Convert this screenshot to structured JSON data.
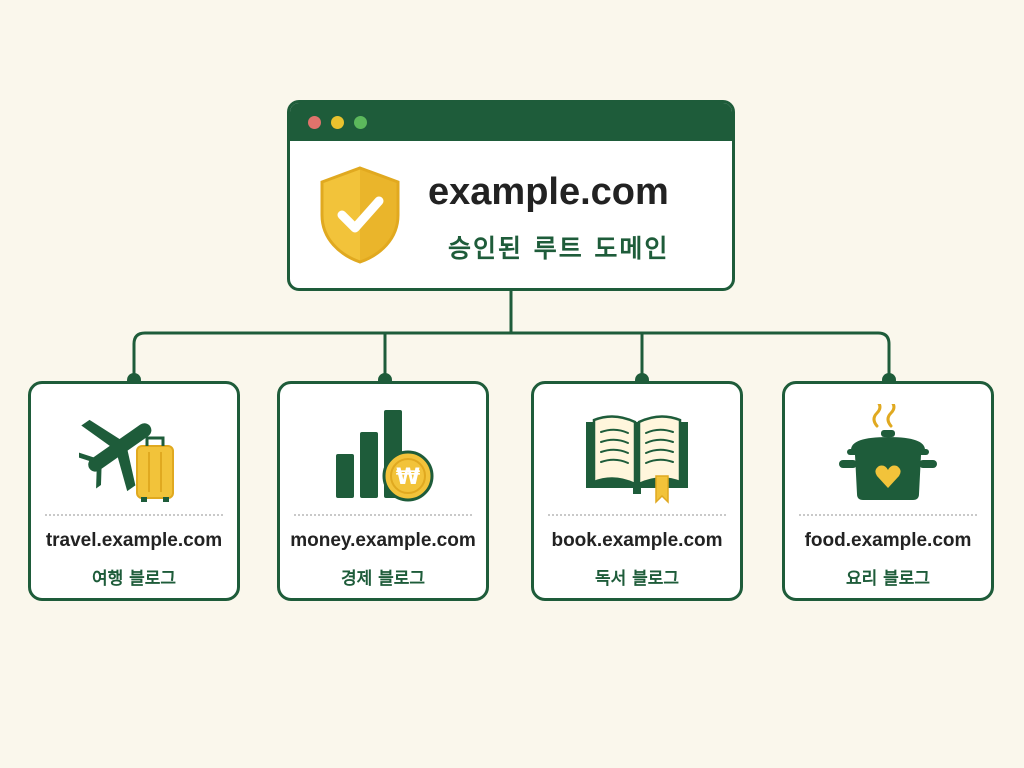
{
  "root": {
    "domain": "example.com",
    "subtitle": "승인된 루트 도메인",
    "icon": "shield-check-icon"
  },
  "subdomains": [
    {
      "domain": "travel.example.com",
      "label": "여행 블로그",
      "icon": "plane-luggage-icon"
    },
    {
      "domain": "money.example.com",
      "label": "경제 블로그",
      "icon": "bar-chart-won-icon",
      "coin_symbol": "₩"
    },
    {
      "domain": "book.example.com",
      "label": "독서 블로그",
      "icon": "open-book-icon"
    },
    {
      "domain": "food.example.com",
      "label": "요리 블로그",
      "icon": "cooking-pot-icon"
    }
  ],
  "colors": {
    "primary": "#1e5c3a",
    "accent": "#ecbb2e",
    "background": "#faf7ec"
  }
}
